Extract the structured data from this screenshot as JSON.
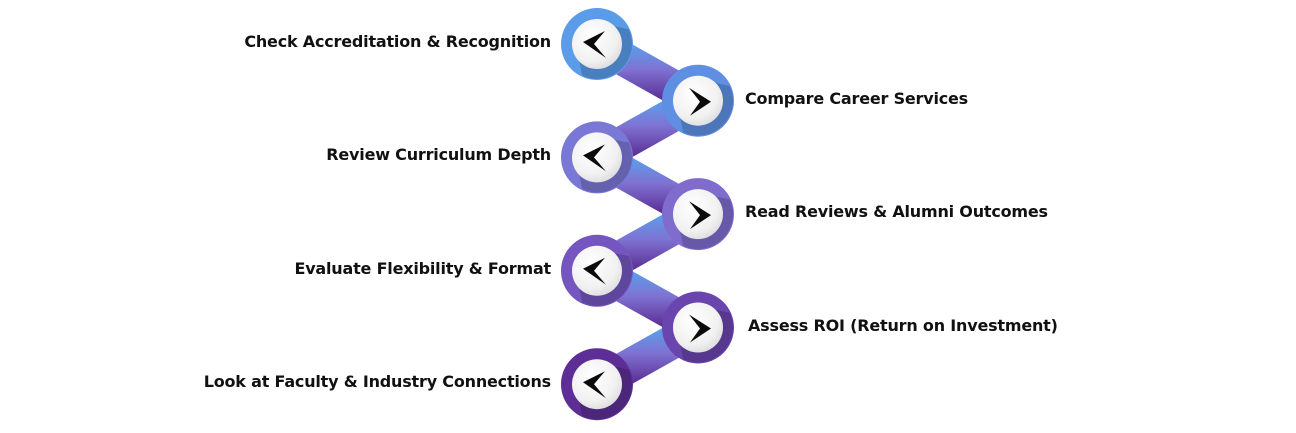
{
  "diagram": {
    "type": "zigzag-chain",
    "steps": [
      {
        "label": "Check Accreditation & Recognition",
        "side": "left",
        "icon": "chevron-left-icon",
        "color": "#5b9ce9"
      },
      {
        "label": "Compare Career Services",
        "side": "right",
        "icon": "chevron-right-icon",
        "color": "#5f8fe2"
      },
      {
        "label": "Review Curriculum Depth",
        "side": "left",
        "icon": "chevron-left-icon",
        "color": "#7a78d6"
      },
      {
        "label": "Read Reviews & Alumni Outcomes",
        "side": "right",
        "icon": "chevron-right-icon",
        "color": "#7f6ccd"
      },
      {
        "label": "Evaluate Flexibility & Format",
        "side": "left",
        "icon": "chevron-left-icon",
        "color": "#7556c0"
      },
      {
        "label": "Assess ROI (Return on Investment)",
        "side": "right",
        "icon": "chevron-right-icon",
        "color": "#6a45ae"
      },
      {
        "label": "Look at Faculty & Industry Connections",
        "side": "left",
        "icon": "chevron-left-icon",
        "color": "#5d2f96"
      }
    ],
    "gradient": {
      "top": "#5aa0ec",
      "mid": "#7f72d2",
      "bottom": "#5a2c92"
    }
  }
}
